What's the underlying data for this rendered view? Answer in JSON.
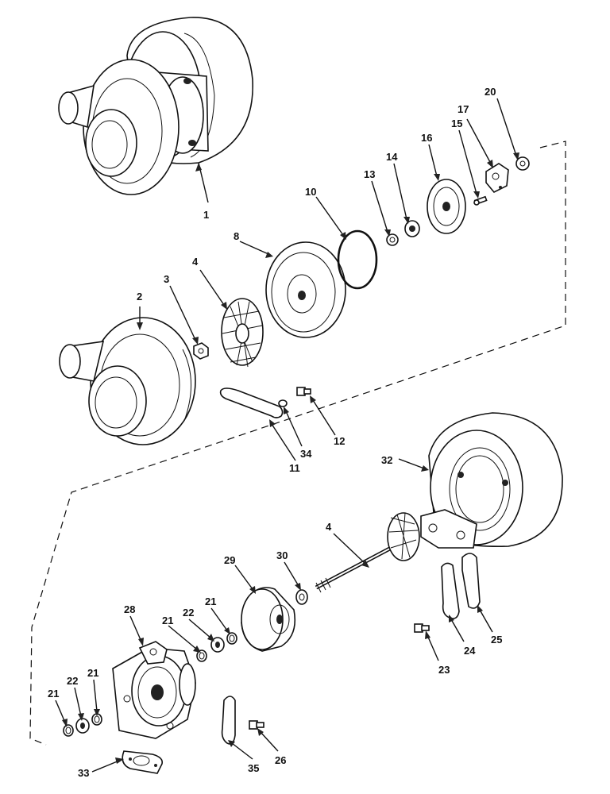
{
  "callouts": [
    {
      "id": "c1",
      "text": "1"
    },
    {
      "id": "c2",
      "text": "2"
    },
    {
      "id": "c3",
      "text": "3"
    },
    {
      "id": "c4a",
      "text": "4"
    },
    {
      "id": "c8",
      "text": "8"
    },
    {
      "id": "c10",
      "text": "10"
    },
    {
      "id": "c13",
      "text": "13"
    },
    {
      "id": "c14",
      "text": "14"
    },
    {
      "id": "c16",
      "text": "16"
    },
    {
      "id": "c15",
      "text": "15"
    },
    {
      "id": "c17",
      "text": "17"
    },
    {
      "id": "c20",
      "text": "20"
    },
    {
      "id": "c11",
      "text": "11"
    },
    {
      "id": "c34",
      "text": "34"
    },
    {
      "id": "c12",
      "text": "12"
    },
    {
      "id": "c32",
      "text": "32"
    },
    {
      "id": "c4b",
      "text": "4"
    },
    {
      "id": "c29",
      "text": "29"
    },
    {
      "id": "c30",
      "text": "30"
    },
    {
      "id": "c28",
      "text": "28"
    },
    {
      "id": "c21a",
      "text": "21"
    },
    {
      "id": "c22a",
      "text": "22"
    },
    {
      "id": "c21b",
      "text": "21"
    },
    {
      "id": "c21c",
      "text": "21"
    },
    {
      "id": "c22b",
      "text": "22"
    },
    {
      "id": "c21d",
      "text": "21"
    },
    {
      "id": "c23",
      "text": "23"
    },
    {
      "id": "c24",
      "text": "24"
    },
    {
      "id": "c25",
      "text": "25"
    },
    {
      "id": "c26",
      "text": "26"
    },
    {
      "id": "c33",
      "text": "33"
    },
    {
      "id": "c35",
      "text": "35"
    }
  ]
}
